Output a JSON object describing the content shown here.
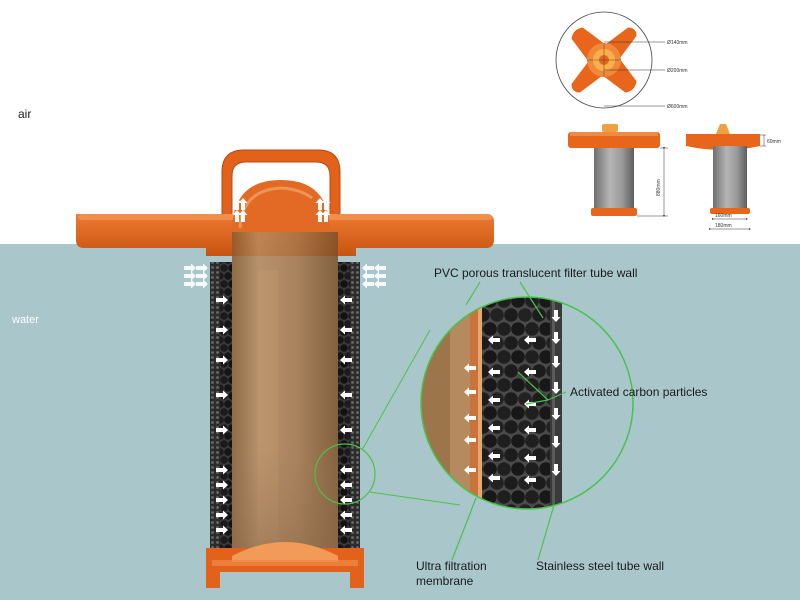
{
  "zones": {
    "air_label": "air",
    "water_label": "water"
  },
  "callouts": {
    "pvc_wall": "PVC porous translucent filter tube  wall",
    "carbon": "Activated carbon particles",
    "uf_membrane_line1": "Ultra filtration",
    "uf_membrane_line2": "membrane",
    "steel_wall": "Stainless steel tube wall"
  },
  "dimensions": {
    "top_view": {
      "d_inner": "Ø140mm",
      "d_mid": "Ø200mm",
      "d_outer": "Ø600mm"
    },
    "side_view": {
      "height": "880mm",
      "float_thickness": "60mm",
      "inner_width": "160mm",
      "outer_width": "180mm"
    }
  },
  "colors": {
    "water": "#a9c7ca",
    "orange": "#e8661c",
    "orange_dark": "#b84a10",
    "orange_light": "#f29a57",
    "callout_green": "#49c24a",
    "carbon": "#2a2a2a"
  },
  "icons": {
    "flow_arrow": "white-arrow-icon"
  }
}
